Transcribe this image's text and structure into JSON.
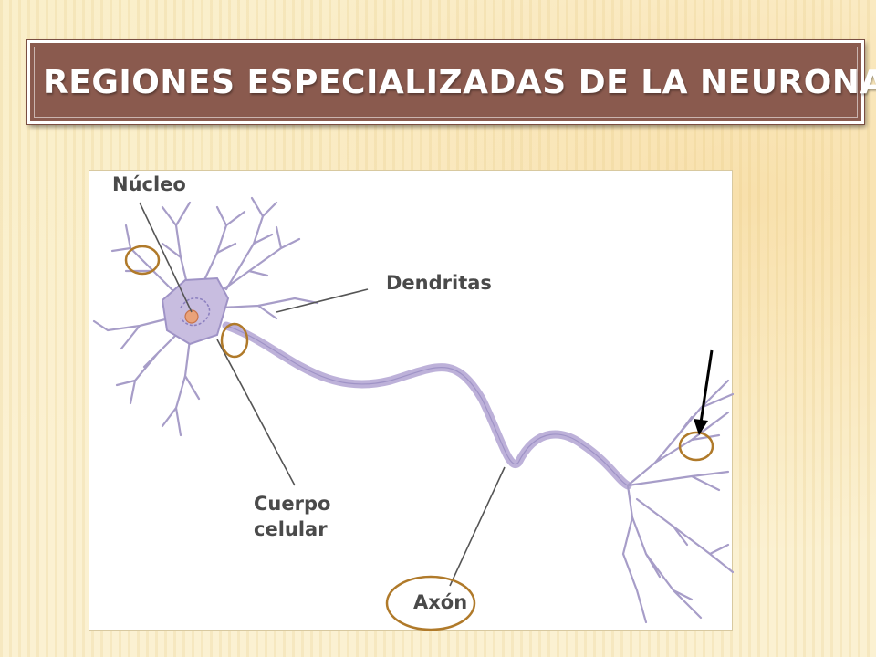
{
  "slide": {
    "title": "REGIONES ESPECIALIZADAS  DE LA NEURONA"
  },
  "diagram": {
    "labels": {
      "nucleus": "Núcleo",
      "dendrites": "Dendritas",
      "cell_body_line1": "Cuerpo",
      "cell_body_line2": "celular",
      "axon": "Axón"
    }
  },
  "colors": {
    "title_bar": "#8a5a4e",
    "neuron_fill": "#c8bde0",
    "neuron_stroke": "#9f93c6",
    "highlight_circle": "#b07a2a",
    "nucleus": "#e9a27a"
  }
}
